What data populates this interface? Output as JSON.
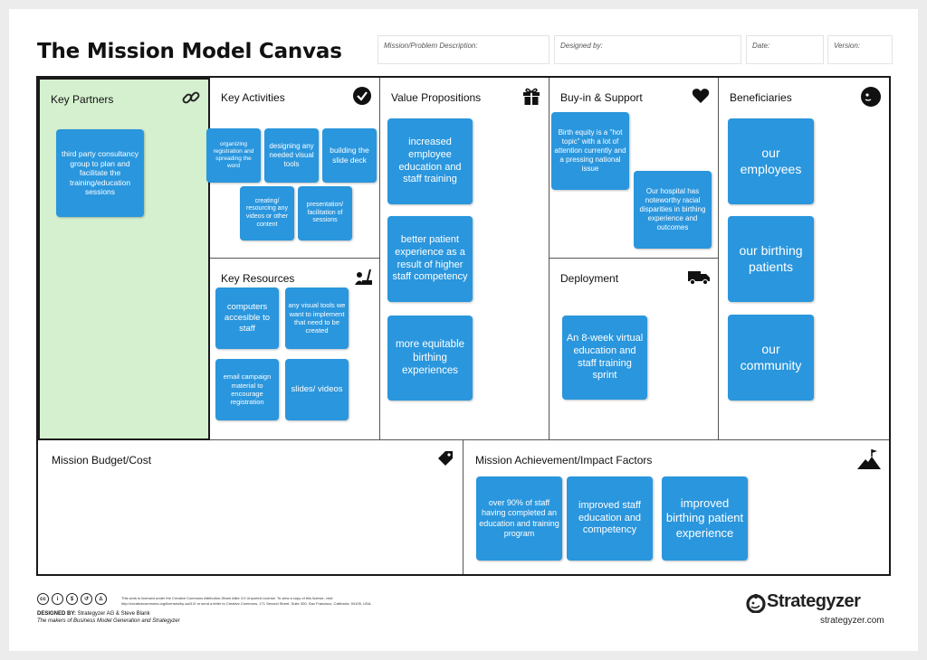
{
  "title": "The Mission Model Canvas",
  "header_fields": {
    "mission": "Mission/Problem Description:",
    "designed_by": "Designed by:",
    "date": "Date:",
    "version": "Version:"
  },
  "sections": {
    "key_partners": "Key Partners",
    "key_activities": "Key Activities",
    "key_resources": "Key Resources",
    "value_propositions": "Value Propositions",
    "buyin_support": "Buy-in & Support",
    "deployment": "Deployment",
    "beneficiaries": "Beneficiaries",
    "budget_cost": "Mission Budget/Cost",
    "impact_factors": "Mission Achievement/Impact Factors"
  },
  "notes": {
    "key_partners": [
      "third party consultancy group to plan and facilitate the training/education sessions"
    ],
    "key_activities": [
      "organizing registration and spreading the word",
      "designing any needed visual tools",
      "building the slide deck",
      "creating/ resourcing any videos or other content",
      "presentation/ facilitation of sessions"
    ],
    "key_resources": [
      "computers accesible to staff",
      "any visual tools we want to implement that need to be created",
      "email campaign material to encourage registration",
      "slides/ videos"
    ],
    "value_propositions": [
      "increased employee education and staff training",
      "better patient experience as a result of higher staff competency",
      "more equitable birthing experiences"
    ],
    "buyin_support": [
      "Birth equity is a \"hot topic\" with a lot of attention currently and a pressing national issue",
      "Our hospital has noteworthy racial disparities in birthing experience and outcomes"
    ],
    "deployment": [
      "An 8-week virtual education and staff training sprint"
    ],
    "beneficiaries": [
      "our employees",
      "our birthing patients",
      "our community"
    ],
    "impact_factors": [
      "over 90% of staff having completed an education and training program",
      "improved staff education and competency",
      "improved birthing patient experience"
    ]
  },
  "footer": {
    "license_text_1": "This work is licensed under the Creative Commons Attribution-Share Alike 3.0 Unported License. To view a copy of this license, visit:",
    "license_text_2": "http://creativecommons.org/licenses/by-sa/3.0/ or send a letter to Creative Commons, 171 Second Street, Suite 300, San Francisco, California, 94105, USA.",
    "designed_by_label": "DESIGNED BY:",
    "designed_by_value": "Strategyzer AG & Steve Blank",
    "makers": "The makers of Business Model Generation and Strategyzer",
    "brand": "Strategyzer",
    "url": "strategyzer.com"
  },
  "icons": {
    "key_partners": "link-icon",
    "key_activities": "checkmark-icon",
    "key_resources": "worker-icon",
    "value_propositions": "gift-icon",
    "buyin_support": "heart-icon",
    "deployment": "truck-icon",
    "beneficiaries": "face-icon",
    "budget_cost": "price-tag-icon",
    "impact_factors": "mountain-flag-icon"
  },
  "colors": {
    "note_blue": "#2a96dd",
    "key_partners_bg": "#d5f0cf",
    "key_partners_border": "#1a1a1a"
  }
}
